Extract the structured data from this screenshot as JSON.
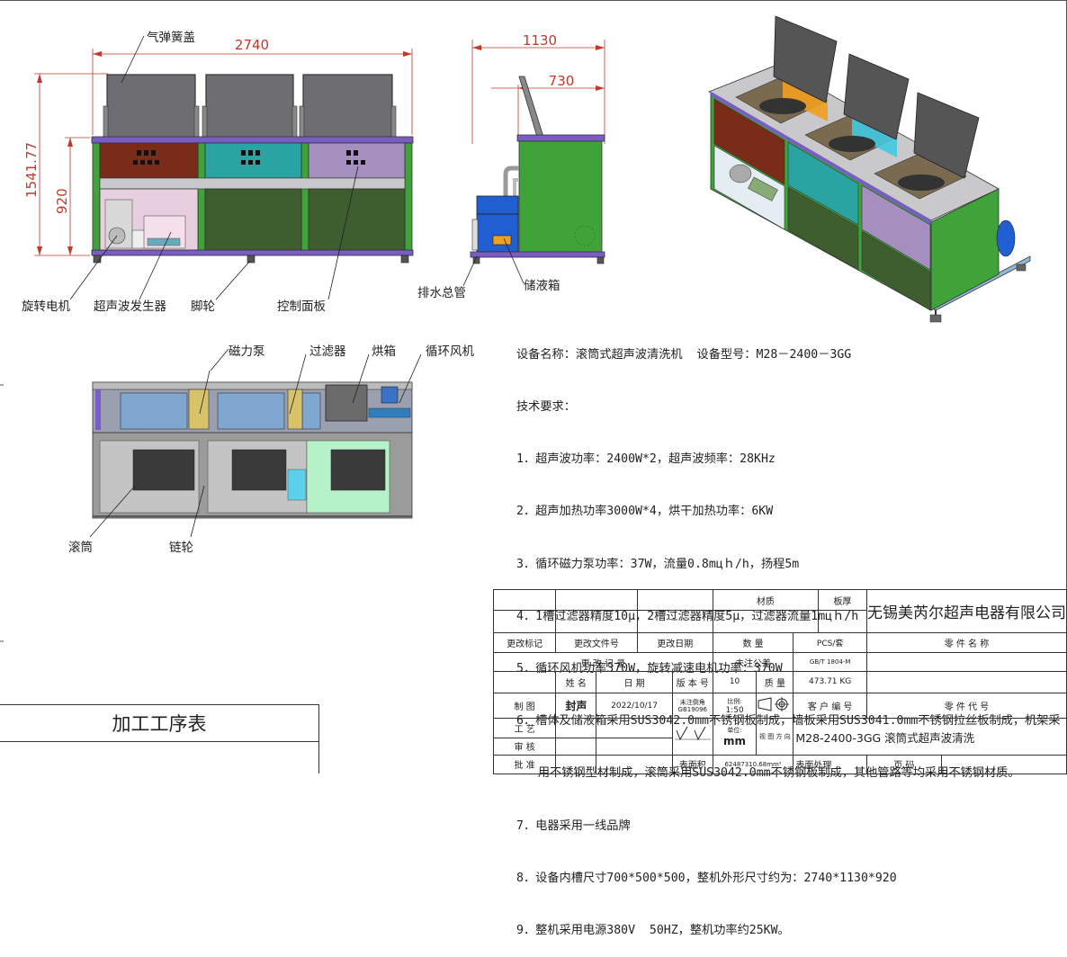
{
  "front_view": {
    "labels": {
      "pneumatic_lid": "气弹簧盖",
      "rotary_motor": "旋转电机",
      "ultrasonic_generator": "超声波发生器",
      "caster": "脚轮",
      "control_panel": "控制面板"
    },
    "dims": {
      "width": "2740",
      "height": "1541.77",
      "table_height": "920"
    }
  },
  "side_view": {
    "labels": {
      "drain_pipe": "排水总管",
      "storage_tank": "储液箱"
    },
    "dims": {
      "depth": "1130",
      "inner": "730"
    }
  },
  "top_view": {
    "labels": {
      "mag_pump": "磁力泵",
      "filter": "过滤器",
      "oven": "烘箱",
      "fan": "循环风机",
      "drum": "滚筒",
      "sprocket": "链轮"
    }
  },
  "spec": {
    "lines": [
      "设备名称：滚筒式超声波清洗机  设备型号：M28－2400－3GG",
      "技术要求：",
      "1．超声波功率：2400W*2，超声波频率：28KHz",
      "2．超声加热功率3000W*4，烘干加热功率：6KW",
      "3．循环磁力泵功率：37W，流量0.8mцｈ/h，扬程5m",
      "4．1槽过滤器精度10μ，2槽过滤器精度5μ，过滤器流量1mцｈ/h",
      "5．循环风机功率370W，旋转减速电机功率：370W",
      "6．槽体及储液箱采用SUS3042.0mm不锈钢板制成，墙板采用SUS3041.0mm不锈钢拉丝板制成，机架采",
      "   用不锈钢型材制成，滚筒采用SUS3042.0mm不锈钢板制成，其他管路等均采用不锈钢材质。",
      "7．电器采用一线品牌",
      "8．设备内槽尺寸700*500*500，整机外形尺寸约为：2740*1130*920",
      "9．整机采用电源380V  50HZ，整机功率约25KW。"
    ]
  },
  "title_block": {
    "material": "材质",
    "thickness": "板厚",
    "company": "无锡美芮尔超声电器有限公司",
    "change_mark": "更改标记",
    "change_doc": "更改文件号",
    "change_date": "更改日期",
    "quantity": "数 量",
    "pcs": "PCS/套",
    "part_name": "零 件 名 称",
    "change_record": "更 改 记 录",
    "tolerance": "未注公差",
    "std": "GB/T 1804-M",
    "name": "姓 名",
    "date": "日 期",
    "version_no": "版 本 号",
    "version": "10",
    "mass": "质 量",
    "mass_value": "473.71 KG",
    "draw": "制 图",
    "drafter": "封声",
    "draw_date": "2022/10/17",
    "chamfer_note": "未注倒角 GB19096",
    "scale_label": "比例:",
    "scale": "1:50",
    "customer_no": "客 户 编 号",
    "part_code": "零 件 代 号",
    "process": "工 艺",
    "unit_label": "单位:",
    "unit": "mm",
    "view_dir": "视 图 方 向",
    "model": "M28-2400-3GG 滚筒式超声波清洗",
    "review": "审 核",
    "approve": "批 准",
    "surface_area": "表面积",
    "area": "62487310.68mm²",
    "surface_treat": "表面处理",
    "page": "页 码"
  },
  "process_table": {
    "title": "加工工序表"
  },
  "colors": {
    "frame_green": "#3fa33a",
    "panel_brown": "#7a2c18",
    "panel_teal": "#2aa3a3",
    "panel_violet": "#a48fbf",
    "tank_olive": "#3f5e2f",
    "top_rail": "#7a5cc7",
    "tank_blue": "#1f5fd1",
    "orange": "#f0a020",
    "cyan": "#43c8e0",
    "dim_red": "#c0392b"
  }
}
